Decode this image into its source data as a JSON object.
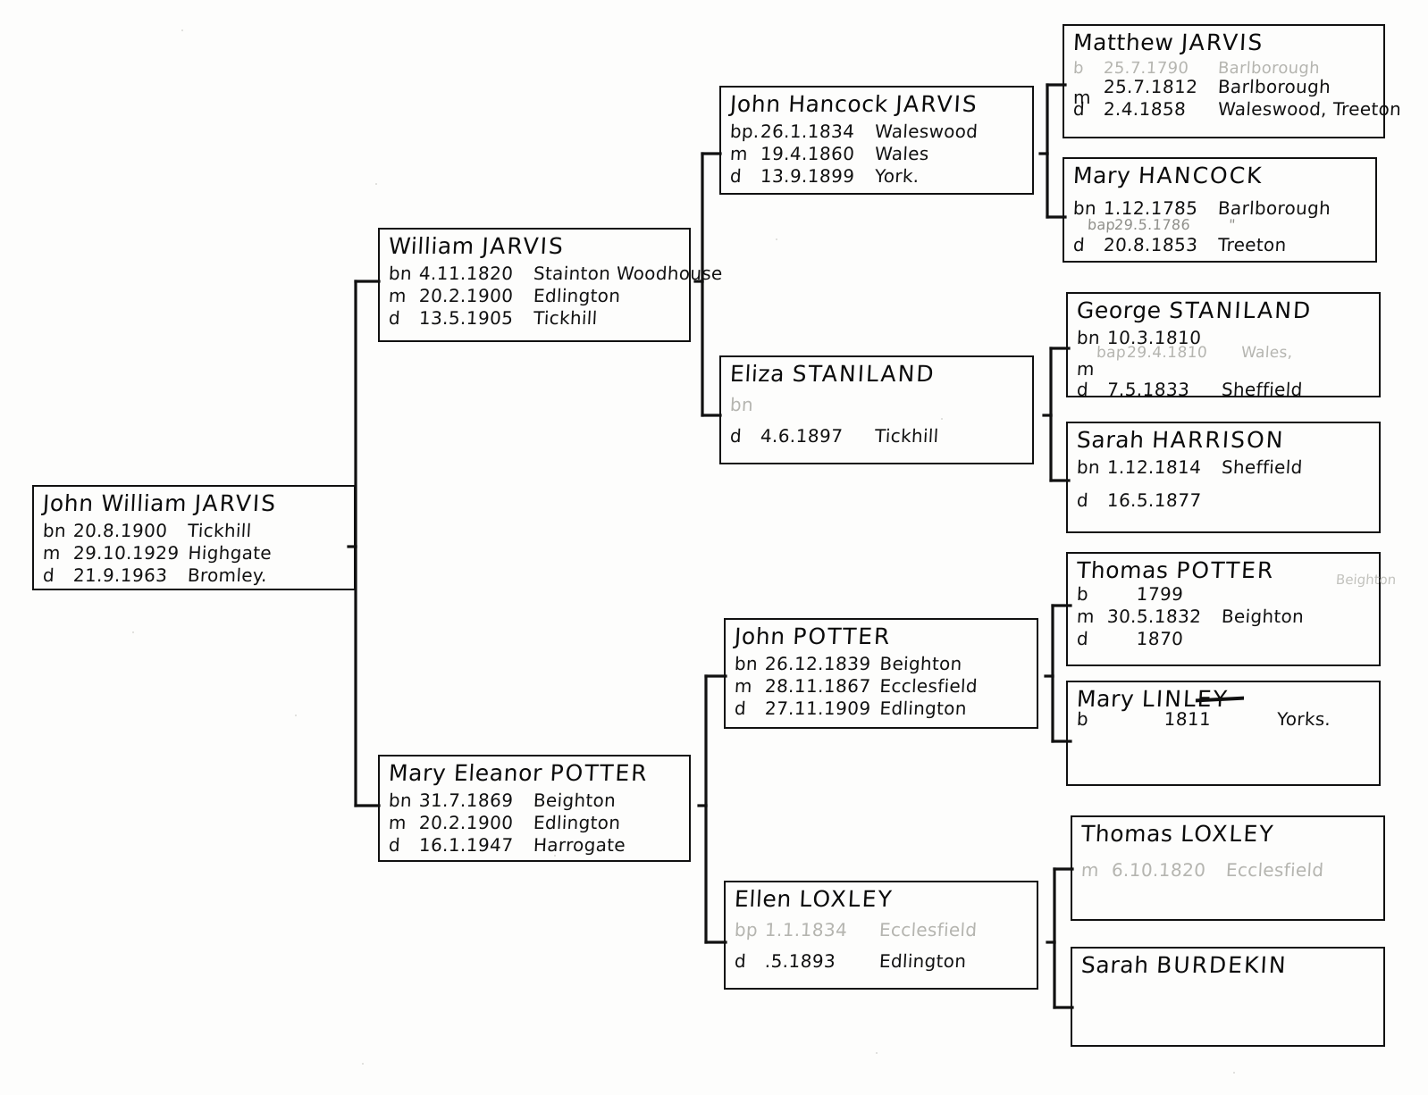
{
  "document": {
    "type": "hand-drawn pedigree chart",
    "root_surname": "JARVIS"
  },
  "people": {
    "john_william_jarvis": {
      "name_given": "John William",
      "name_surname": "JARVIS",
      "events": [
        {
          "tag": "bn",
          "date": "20.8.1900",
          "place": "Tickhill",
          "faded": false
        },
        {
          "tag": "m",
          "date": "29.10.1929",
          "place": "Highgate",
          "faded": false
        },
        {
          "tag": "d",
          "date": "21.9.1963",
          "place": "Bromley.",
          "faded": false
        }
      ]
    },
    "william_jarvis": {
      "name_given": "William",
      "name_surname": "JARVIS",
      "events": [
        {
          "tag": "bn",
          "date": "4.11.1820",
          "place": "Stainton Woodhouse",
          "faded": false
        },
        {
          "tag": "m",
          "date": "20.2.1900",
          "place": "Edlington",
          "faded": false
        },
        {
          "tag": "d",
          "date": "13.5.1905",
          "place": "Tickhill",
          "faded": false
        }
      ]
    },
    "mary_eleanor_potter": {
      "name_given": "Mary Eleanor",
      "name_surname": "POTTER",
      "events": [
        {
          "tag": "bn",
          "date": "31.7.1869",
          "place": "Beighton",
          "faded": false
        },
        {
          "tag": "m",
          "date": "20.2.1900",
          "place": "Edlington",
          "faded": false
        },
        {
          "tag": "d",
          "date": "16.1.1947",
          "place": "Harrogate",
          "faded": false
        }
      ]
    },
    "john_hancock_jarvis": {
      "name_given": "John Hancock",
      "name_surname": "JARVIS",
      "events": [
        {
          "tag": "bp.",
          "date": "26.1.1834",
          "place": "Waleswood",
          "faded": false
        },
        {
          "tag": "m",
          "date": "19.4.1860",
          "place": "Wales",
          "faded": false
        },
        {
          "tag": "d",
          "date": "13.9.1899",
          "place": "York.",
          "faded": false
        }
      ]
    },
    "eliza_staniland": {
      "name_given": "Eliza",
      "name_surname": "STANILAND",
      "events": [
        {
          "tag": "bn",
          "date": "",
          "place": "",
          "faded": true
        },
        {
          "tag": "d",
          "date": "4.6.1897",
          "place": "Tickhill",
          "faded": false
        }
      ]
    },
    "john_potter": {
      "name_given": "John",
      "name_surname": "POTTER",
      "events": [
        {
          "tag": "bn",
          "date": "26.12.1839",
          "place": "Beighton",
          "faded": false
        },
        {
          "tag": "m",
          "date": "28.11.1867",
          "place": "Ecclesfield",
          "faded": false
        },
        {
          "tag": "d",
          "date": "27.11.1909",
          "place": "Edlington",
          "faded": false
        }
      ]
    },
    "ellen_loxley": {
      "name_given": "Ellen",
      "name_surname": "LOXLEY",
      "events": [
        {
          "tag": "bp",
          "date": "1.1.1834",
          "place": "Ecclesfield",
          "faded": true
        },
        {
          "tag": "d",
          "date": ".5.1893",
          "place": "Edlington",
          "faded": false
        }
      ]
    },
    "matthew_jarvis": {
      "name_given": "Matthew",
      "name_surname": "JARVIS",
      "events": [
        {
          "tag": "b",
          "date": "25.7.1790",
          "place": "Barlborough",
          "faded": true
        },
        {
          "tag": "",
          "date": "25.7.1812",
          "place": "Barlborough",
          "faded": false
        },
        {
          "tag": "m",
          "date": "",
          "place": "",
          "faded": false
        },
        {
          "tag": "d",
          "date": "2.4.1858",
          "place": "Waleswood, Treeton",
          "faded": false
        }
      ]
    },
    "mary_hancock": {
      "name_given": "Mary",
      "name_surname": "HANCOCK",
      "events": [
        {
          "tag": "bn",
          "date": "1.12.1785",
          "place": "Barlborough",
          "faded": false
        },
        {
          "tag": "bap",
          "date": "29.5.1786",
          "place": "\"",
          "faded": false
        },
        {
          "tag": "d",
          "date": "20.8.1853",
          "place": "Treeton",
          "faded": false
        }
      ]
    },
    "george_staniland": {
      "name_given": "George",
      "name_surname": "STANILAND",
      "events": [
        {
          "tag": "bn",
          "date": "10.3.1810",
          "place": "",
          "faded": false
        },
        {
          "tag": "bap",
          "date": "29.4.1810",
          "place": "Wales,",
          "faded": true
        },
        {
          "tag": "m",
          "date": "",
          "place": "",
          "faded": false
        },
        {
          "tag": "d",
          "date": "7.5.1833",
          "place": "Sheffield",
          "faded": false
        }
      ]
    },
    "sarah_harrison": {
      "name_given": "Sarah",
      "name_surname": "HARRISON",
      "events": [
        {
          "tag": "bn",
          "date": "1.12.1814",
          "place": "Sheffield",
          "faded": false
        },
        {
          "tag": "d",
          "date": "16.5.1877",
          "place": "",
          "faded": false
        }
      ]
    },
    "thomas_potter": {
      "name_given": "Thomas",
      "name_surname": "POTTER",
      "corner_note": "Beighton",
      "events": [
        {
          "tag": "b",
          "date": "1799",
          "place": "",
          "faded": false
        },
        {
          "tag": "m",
          "date": "30.5.1832",
          "place": "Beighton",
          "faded": false
        },
        {
          "tag": "d",
          "date": "1870",
          "place": "",
          "faded": false
        }
      ]
    },
    "mary_linley": {
      "name_given": "Mary",
      "name_surname": "LINLEY",
      "events": [
        {
          "tag": "b",
          "date": "1811",
          "place": "Yorks.",
          "faded": false
        }
      ]
    },
    "thomas_loxley": {
      "name_given": "Thomas",
      "name_surname": "LOXLEY",
      "events": [
        {
          "tag": "m",
          "date": "6.10.1820",
          "place": "Ecclesfield",
          "faded": true
        }
      ]
    },
    "sarah_burdekin": {
      "name_given": "Sarah",
      "name_surname": "BURDEKIN",
      "events": []
    }
  },
  "colors": {
    "ink": "#111111",
    "faded_ink": "#b5b5b0",
    "paper": "#fdfdfc"
  }
}
